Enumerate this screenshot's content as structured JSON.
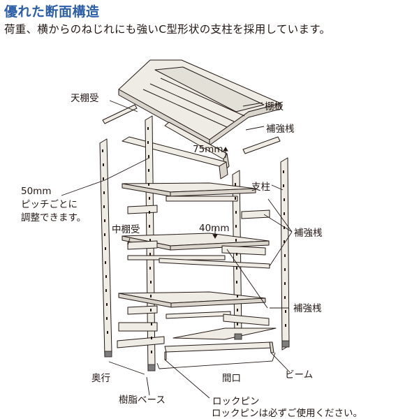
{
  "header": {
    "title": "優れた断面構造",
    "subtitle": "荷重、横からのねじれにも強いC型形状の支柱を採用しています。"
  },
  "labels": {
    "ten_tanauke": "天棚受",
    "tanaita": "棚板",
    "hokyo_top": "補強桟",
    "dim_75": "75mm",
    "pitch_size": "50mm",
    "pitch_text_1": "ピッチごとに",
    "pitch_text_2": "調整できます。",
    "shichu": "支柱",
    "naka_tanauke": "中棚受",
    "dim_40": "40mm",
    "hokyo_mid": "補強桟",
    "hokyo_low": "補強桟",
    "okuyuki": "奥行",
    "maguchi": "間口",
    "beam": "ビーム",
    "jushi_base": "樹脂ベース",
    "lockpin": "ロックピン",
    "lockpin_note": "ロックピンは必ずご使用ください。"
  },
  "colors": {
    "title": "#2d5fa8",
    "line": "#231815",
    "panel": "#efece5",
    "panel_shade": "#d9d5cc",
    "base": "#7d7d7d"
  }
}
